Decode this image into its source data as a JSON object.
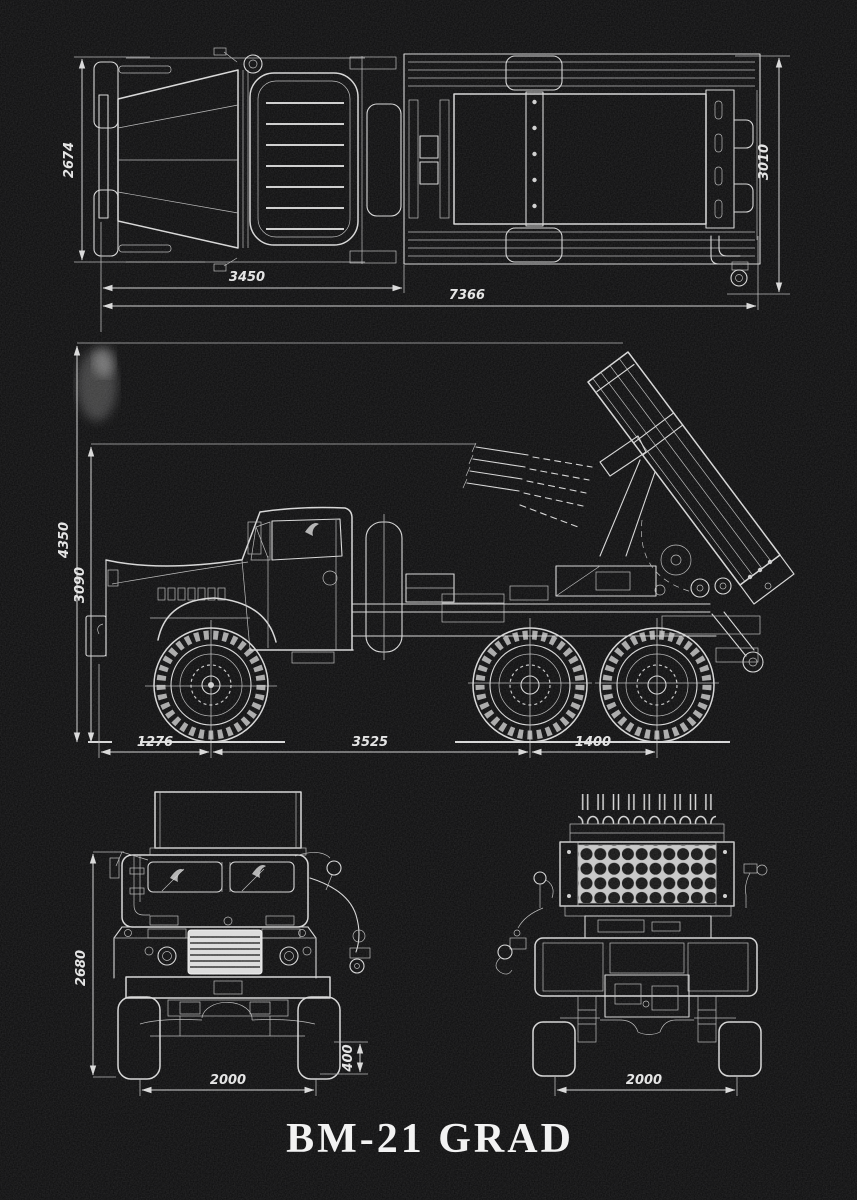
{
  "title": "BM-21 GRAD",
  "colors": {
    "background": "#0b0b0c",
    "line": "#d6d6d6",
    "bright_fill": "#c6c6c6",
    "text": "#e4e4e4"
  },
  "views": {
    "top": {
      "dim_cab_width": "2674",
      "dim_overall_width": "3010",
      "dim_cab_length": "3450",
      "dim_overall_length": "7366"
    },
    "side": {
      "dim_height_elevated": "4350",
      "dim_height_stowed": "3090",
      "dim_front_overhang": "1276",
      "dim_wheelbase": "3525",
      "dim_bogie_spacing": "1400"
    },
    "front": {
      "dim_overall_height": "2680",
      "dim_track": "2000",
      "dim_clearance": "400"
    },
    "rear": {
      "dim_track": "2000"
    }
  }
}
